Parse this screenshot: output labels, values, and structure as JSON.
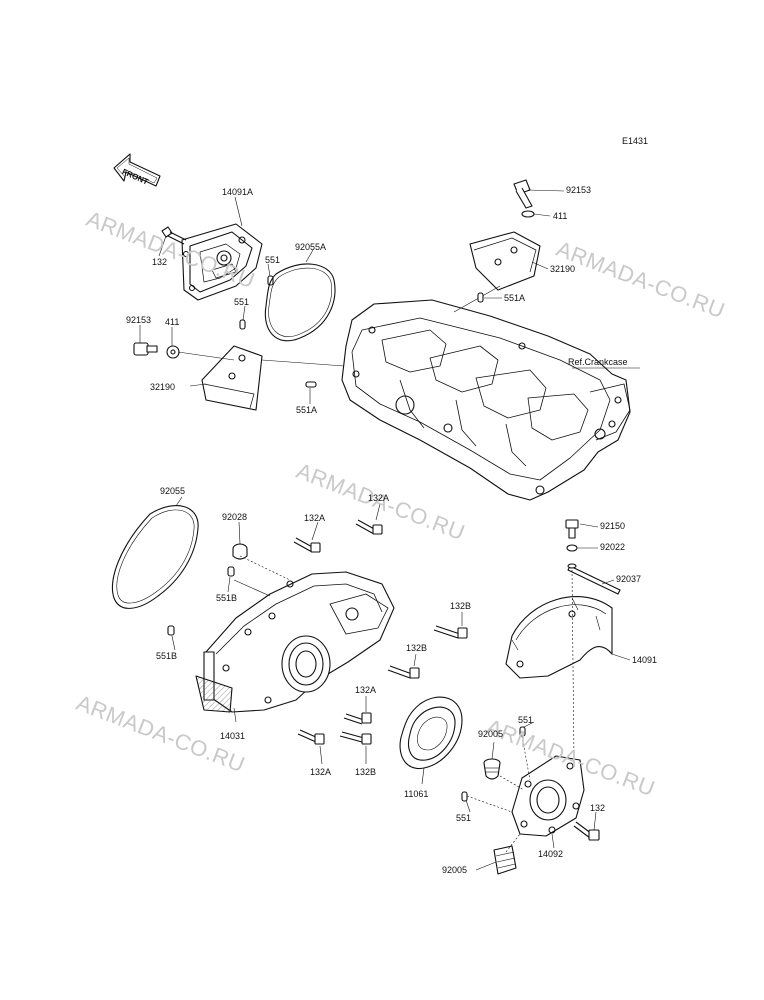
{
  "diagram_code": "E1431",
  "front_arrow": "FRONT",
  "watermark": "ARMADA-CO.RU",
  "reference_note": "Ref.Crankcase",
  "labels": {
    "l14091A": "14091A",
    "l132_tl": "132",
    "l551_a": "551",
    "l92055A": "92055A",
    "l551_b": "551",
    "l92153_l": "92153",
    "l411_l": "411",
    "l32190_l": "32190",
    "l551A_l": "551A",
    "l92153_r": "92153",
    "l411_r": "411",
    "l32190_r": "32190",
    "l551A_r": "551A",
    "l92055": "92055",
    "l92028": "92028",
    "l132A_1": "132A",
    "l132A_2": "132A",
    "l551B_1": "551B",
    "l551B_2": "551B",
    "l132B_1": "132B",
    "l132B_2": "132B",
    "l132A_3": "132A",
    "l14031": "14031",
    "l132A_4": "132A",
    "l132B_3": "132B",
    "l92150": "92150",
    "l92022": "92022",
    "l92037": "92037",
    "l14091": "14091",
    "l551_c": "551",
    "l92005_1": "92005",
    "l11061": "11061",
    "l551_d": "551",
    "l132_br": "132",
    "l14092": "14092",
    "l92005_2": "92005"
  }
}
